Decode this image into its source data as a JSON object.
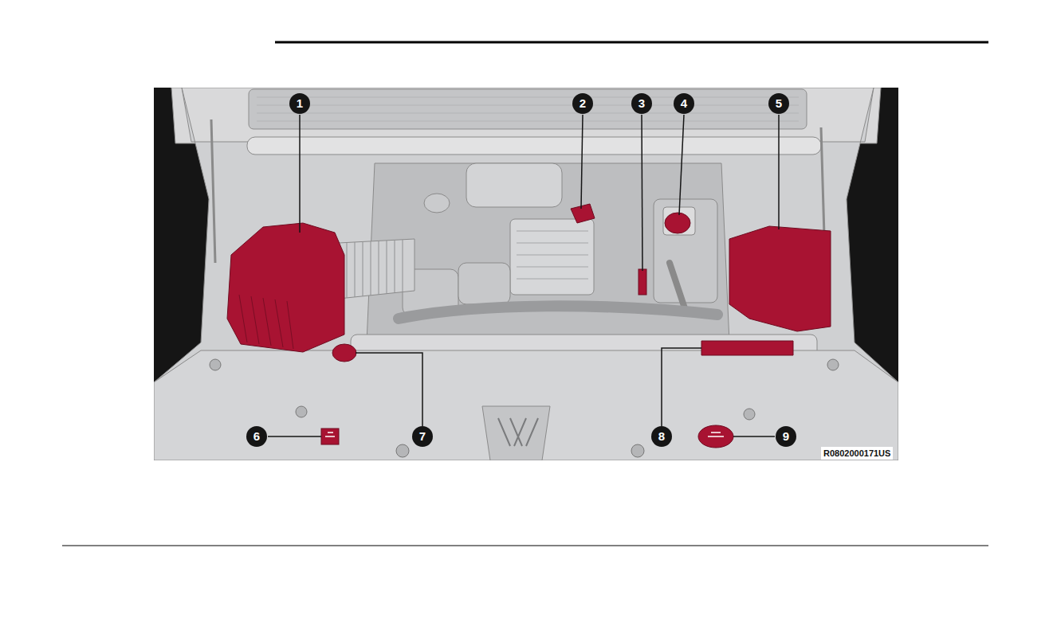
{
  "diagram": {
    "labels": [
      "1",
      "2",
      "3",
      "4",
      "5",
      "6",
      "7",
      "8",
      "9",
      "R0802000171US"
    ]
  }
}
